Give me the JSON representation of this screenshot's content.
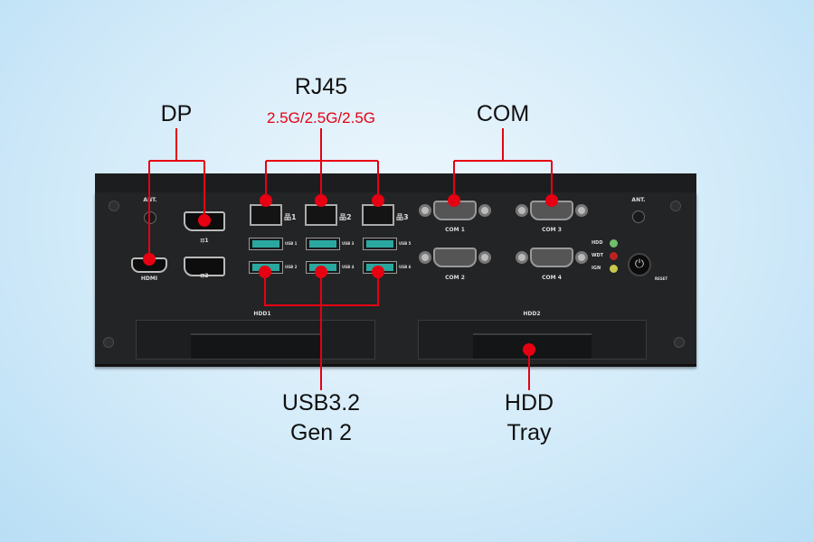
{
  "colors": {
    "accent": "#e60012",
    "panel": "#232426"
  },
  "callouts": {
    "dp": "DP",
    "rj45": "RJ45",
    "rj45_speed": "2.5G/2.5G/2.5G",
    "com": "COM",
    "usb_line1": "USB3.2",
    "usb_line2": "Gen 2",
    "hdd_line1": "HDD",
    "hdd_line2": "Tray"
  },
  "panel": {
    "ant": "ANT.",
    "hdmi": "HDMI",
    "dp1": "⊡1",
    "dp2": "⊡2",
    "lan": [
      "1",
      "2",
      "3"
    ],
    "usb": [
      "USB 1",
      "USB 2",
      "USB 3",
      "USB 4",
      "USB 5",
      "USB 6"
    ],
    "com": [
      "COM 1",
      "COM 2",
      "COM 3",
      "COM 4"
    ],
    "leds": [
      "HDD",
      "WDT",
      "IGN"
    ],
    "reset": "RESET",
    "hdd1": "HDD1",
    "hdd2": "HDD2",
    "power_icon": "power-icon",
    "lan_icon": "network-icon"
  }
}
